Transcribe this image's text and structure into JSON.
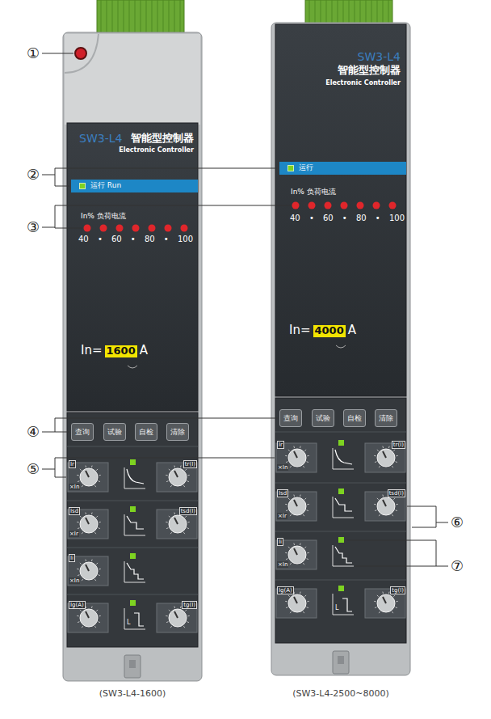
{
  "diagram": {
    "nodes": [
      {
        "text": [
          "SW3-L4",
          "智能型控制器",
          "Electronic Controller",
          "In% 负荷电流",
          "40 • 60 • 80 • 100",
          "In=",
          "1600",
          "A"
        ]
      },
      {
        "text": [
          "运行 Run"
        ],
        "in": 0
      },
      {
        "text": [
          "查询"
        ],
        "in": 0
      },
      {
        "text": [
          "试验"
        ],
        "in": 0
      },
      {
        "text": [
          "自检"
        ],
        "in": 0
      },
      {
        "text": [
          "清除"
        ],
        "in": 0
      },
      {
        "text": [
          "SW3-L4",
          "智能型控制器",
          "Electronic Controller",
          "In% 负荷电流",
          "40 • 60 • 80 • 100",
          "In=",
          "4000",
          "A"
        ]
      },
      {
        "text": [
          "运行"
        ],
        "in": 6
      },
      {
        "text": [
          "查询"
        ],
        "in": 6
      },
      {
        "text": [
          "试验"
        ],
        "in": 6
      },
      {
        "text": [
          "自检"
        ],
        "in": 6
      },
      {
        "text": [
          "清除"
        ],
        "in": 6
      }
    ],
    "labels": [
      "①",
      "②",
      "③",
      "④",
      "⑤",
      "⑥",
      "⑦",
      "Ir",
      "×In",
      "tr(I)",
      "Isd",
      "×Ir",
      "tsd(I)",
      "Ii",
      "×In",
      "Ig(A)",
      "tg(I)",
      "L",
      "Ir",
      "×In",
      "tr(I)",
      "Isd",
      "×Ir",
      "tsd(I)",
      "Ii",
      "×In",
      "Ig(A)",
      "tg(I)",
      "L",
      "(SW3-L4-1600)",
      "(SW3-L4-2500~8000)"
    ]
  }
}
